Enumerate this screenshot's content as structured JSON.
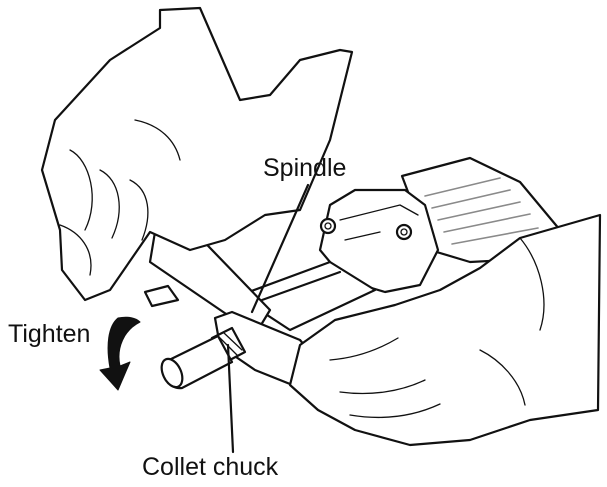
{
  "labels": {
    "spindle": "Spindle",
    "tighten": "Tighten",
    "collet_chuck": "Collet chuck"
  },
  "colors": {
    "line": "#111111",
    "fill": "#ffffff",
    "arrow": "#111111"
  },
  "icons": {
    "rotation_arrow": "curved-arrow-down-icon"
  }
}
